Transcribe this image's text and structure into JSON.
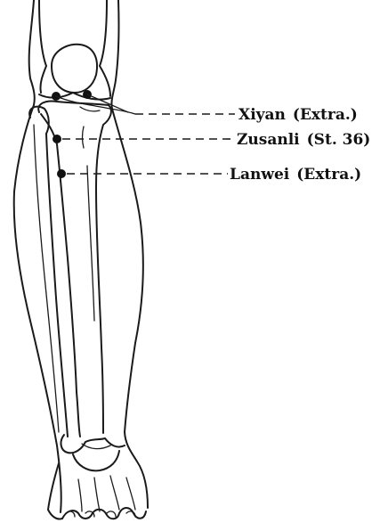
{
  "points": [
    {
      "name": "Xiyan",
      "note": "(Extra.)"
    },
    {
      "name": "Zusanli",
      "note": "(St. 36)"
    },
    {
      "name": "Lanwei",
      "note": "(Extra.)"
    }
  ],
  "colors": {
    "ink": "#1a1a1a",
    "background": "#ffffff"
  }
}
